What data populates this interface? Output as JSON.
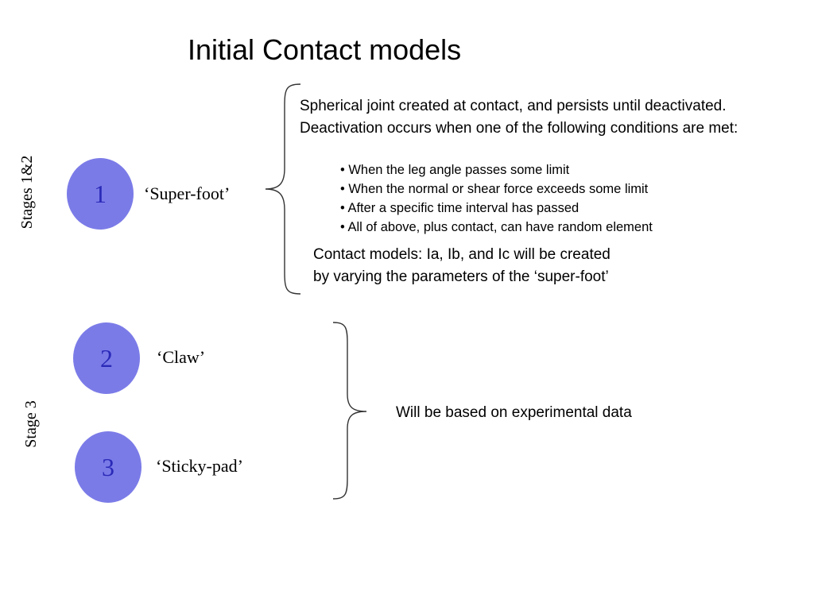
{
  "slide": {
    "title": "Initial Contact models",
    "stages": [
      {
        "label": "Stages 1&2"
      },
      {
        "label": "Stage 3"
      }
    ],
    "models": [
      {
        "number": "1",
        "label": "‘Super-foot’"
      },
      {
        "number": "2",
        "label": "‘Claw’"
      },
      {
        "number": "3",
        "label": "‘Sticky-pad’"
      }
    ],
    "superfoot_description": "Spherical joint created at contact, and persists until deactivated. Deactivation occurs when one of the following conditions are met:",
    "deactivation_conditions": [
      "• When the leg angle passes some limit",
      "• When the normal or shear force exceeds some limit",
      "• After a specific time interval has passed",
      "• All of above, plus contact, can have random element"
    ],
    "superfoot_note_line1": "Contact models: Ia, Ib, and Ic will be created",
    "superfoot_note_line2": "by varying the parameters of the ‘super-foot’",
    "stage3_note": "Will be based on experimental data",
    "colors": {
      "circle_fill": "#7b7be8",
      "circle_number": "#2a2ab8"
    }
  }
}
